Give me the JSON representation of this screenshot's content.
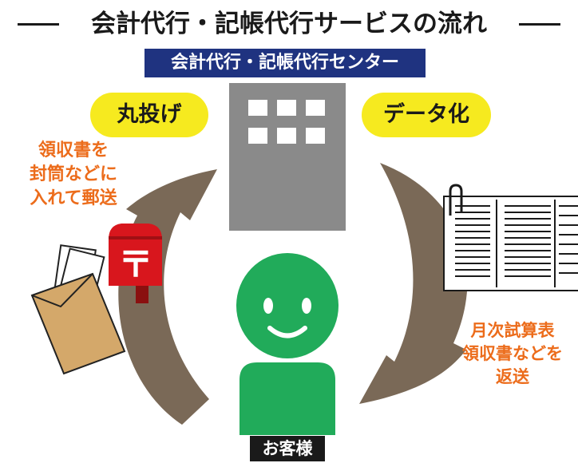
{
  "title": "会計代行・記帳代行サービスの流れ",
  "center": {
    "label": "会計代行・記帳代行センター"
  },
  "bubbles": {
    "left": "丸投げ",
    "right": "データ化"
  },
  "notes": {
    "mail": "領収書を\n封筒などに\n入れて郵送",
    "return": "月次試算表\n領収書などを\n返送"
  },
  "customer": {
    "label": "お客様"
  },
  "mailbox": {
    "symbol": "〒"
  },
  "colors": {
    "navy": "#1f3380",
    "yellow": "#f6ea1f",
    "orange": "#ec6c1b",
    "arrow": "#7a6957",
    "building": "#8a8a8a",
    "person": "#21ab5a",
    "mailbox": "#d8161d",
    "envelope": "#d4a86a"
  },
  "icons": [
    "building-icon",
    "person-icon",
    "mailbox-icon",
    "envelope-icon",
    "document-icon",
    "paper-clip-icon"
  ]
}
